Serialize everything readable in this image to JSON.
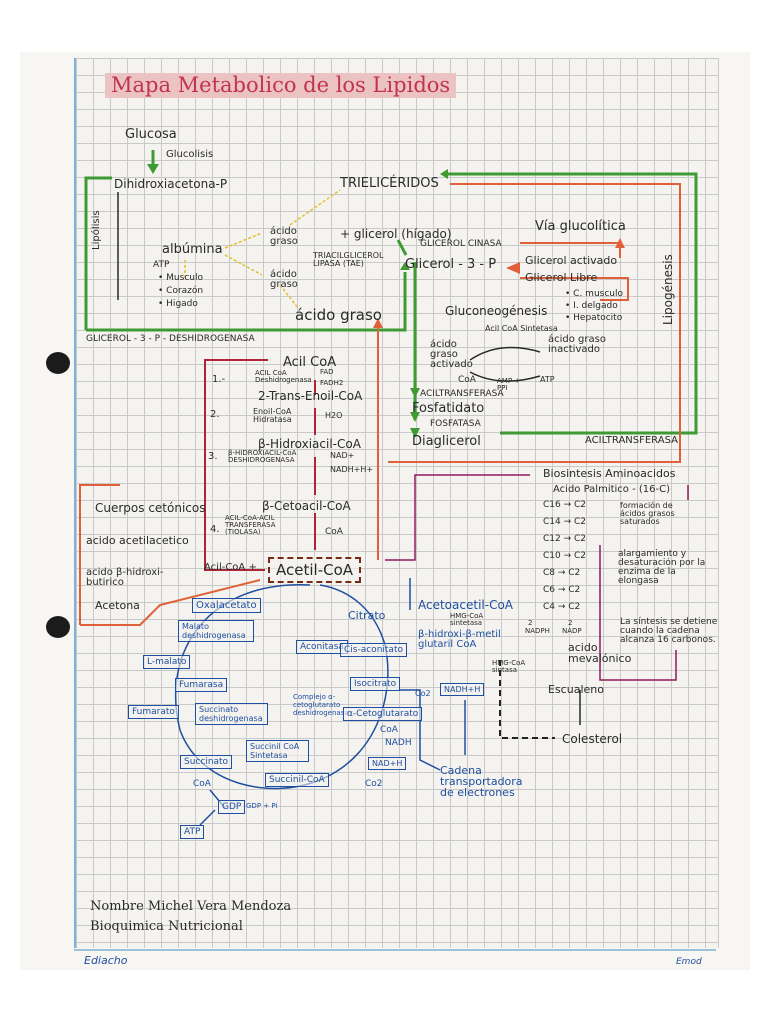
{
  "title": "Mapa Metabolico de los Lipidos",
  "top": {
    "glucosa": "Glucosa",
    "glucolisis": "Glucolisis",
    "dihidroxiacetona": "Dihidroxiacetona-P",
    "lipolisis": "Lipólisis",
    "albumina": "albúmina",
    "atp": "ATP",
    "musculo": "• Musculo",
    "corazon": "• Corazón",
    "higado": "• Higado",
    "acido_graso_1": "ácido graso",
    "acido_graso_2": "ácido graso",
    "trigliceridos": "TRIELICÉRIDOS",
    "triacilglicerol_lipasa": "TRIACILGLICEROL LIPASA (TAE)",
    "glicerol_higado": "+ glicerol (hígado)",
    "glicerol_cinasa": "GLICEROL CINASA",
    "acido_graso_3": "ácido graso",
    "glicerol_3p": "Glicerol - 3 - P",
    "via_glucolitica": "Vía glucolítica",
    "glicerol_activado": "Glicerol activado",
    "glicerol_libre": "Glicerol Libre",
    "c_musculo": "• C. musculo",
    "i_delgado": "• I. delgado",
    "hepatocito": "• Hepatocito",
    "gluconeogenesis": "Gluconeogénesis",
    "lipogenesis": "Lipogénesis",
    "glicerol_deshidrogenasa": "GLICEROL - 3 - P - DESHIDROGENASA"
  },
  "activation": {
    "acil_coa_sintetasa": "Acil CoA Sintetasa",
    "acido_graso_activado": "ácido graso activado",
    "acido_graso_inactivado": "ácido graso inactivado",
    "coa": "CoA",
    "amp_ppi": "AMP + PPI",
    "atp": "ATP",
    "aciltransferasa_1": "ACILTRANSFERASA",
    "fosfatidato": "Fosfatidato",
    "fosfatasa": "FOSFATASA",
    "diaglicerol": "Diaglicerol",
    "aciltransferasa_2": "ACILTRANSFERASA"
  },
  "beta_oxidation": {
    "acil_coa": "Acil CoA",
    "acil_coa_deshidrogenasa": "ACIL CoA Deshidrogenasa",
    "fad": "FAD",
    "fadh2": "FADH2",
    "step1": "1.-",
    "trans_enoil": "2-Trans-Enoil-CoA",
    "step2": "2.",
    "enoil_hidratasa": "Enoil-CoA Hidratasa",
    "h2o": "H2O",
    "hidroxiacil": "β-Hidroxiacil-CoA",
    "step3": "3.",
    "hidroxiacil_deshidrogenasa": "β-HIDROXIACIL-CoA DESHIDROGENASA",
    "nad": "NAD+",
    "nadh": "NADH+H+",
    "cetoacil": "β-Cetoacil-CoA",
    "step4": "4.",
    "tiolasa": "ACIL-CoA-ACIL TRANSFERASA (TIOLASA)",
    "coa": "CoA",
    "acil_coa_plus": "Acil-CoA +",
    "acetil_coa": "Acetil-CoA"
  },
  "ketone": {
    "cuerpos": "Cuerpos cetónicos",
    "acetoacetico": "acido acetilacetico",
    "hidroxibutirico": "acido β-hidroxi-butirico",
    "acetona": "Acetona"
  },
  "krebs": {
    "oxalacetato": "Oxalacetato",
    "malato_deshidrogenasa": "Malato deshidrogenasa",
    "l_malato": "L-malato",
    "fumarasa": "Fumarasa",
    "fumarato": "Fumarato",
    "succinato_deshidrogenasa": "Succinato deshidrogenasa",
    "succinato": "Succinato",
    "succinil_sintetasa": "Succinil CoA Sintetasa",
    "succinil_coa": "Succinil-CoA",
    "coa_1": "CoA",
    "gdp": "GDP",
    "gdp_pi": "GDP + Pi",
    "atp": "ATP",
    "citrato": "Citrato",
    "aconitasa": "Aconitasa",
    "cis_aconitato": "Cis-aconitato",
    "isocitrato": "Isocitrato",
    "co2_1": "Co2",
    "complejo": "Complejo α-cetoglutarato deshidrogenasa",
    "cetoglutarato": "α-Cetoglutarato",
    "coa_2": "CoA",
    "nadh_1": "NADH",
    "nad_h": "NADH+H",
    "nad_h_2": "NAD+H",
    "co2_2": "Co2",
    "cadena": "Cadena transportadora de electrones"
  },
  "cholesterol": {
    "acetoacetil": "Acetoacetil-CoA",
    "hmg_sintetasa": "HMG-CoA sintetasa",
    "hmg": "β-hidroxi-β-metil glutaril CoA",
    "hmg_sintasa": "HMG-CoA sintasa",
    "nadph": "NADPH",
    "nadp": "NADP",
    "two_1": "2",
    "two_2": "2",
    "mevalonico": "acido mevalónico",
    "escualeno": "Escualeno",
    "colesterol": "Colesterol"
  },
  "biosynthesis": {
    "title": "Biosintesis Aminoacidos",
    "palmitico": "Acido Palmitico - (16-C)",
    "chain": [
      "C16 → C2",
      "C14 → C2",
      "C12 → C2",
      "C10 → C2",
      "C8 → C2",
      "C6 → C2",
      "C4 → C2"
    ],
    "formacion": "formación de ácidos grasos saturados",
    "alargamiento": "alargamiento y desaturación por la enzima de la elongasa",
    "sintesis": "La síntesis se detiene cuando la cadena alcanza 16 carbonos."
  },
  "footer": {
    "nombre": "Nombre Michel Vera Mendoza",
    "materia": "Bioquimica Nutricional",
    "brand_left": "Ediacho",
    "brand_right": "Emod"
  },
  "colors": {
    "red": "#b02438",
    "blue": "#1f4fa0",
    "green": "#3f9a33",
    "orange": "#e0603a",
    "yellow": "#e3c02a",
    "magenta": "#8e1a5a"
  }
}
